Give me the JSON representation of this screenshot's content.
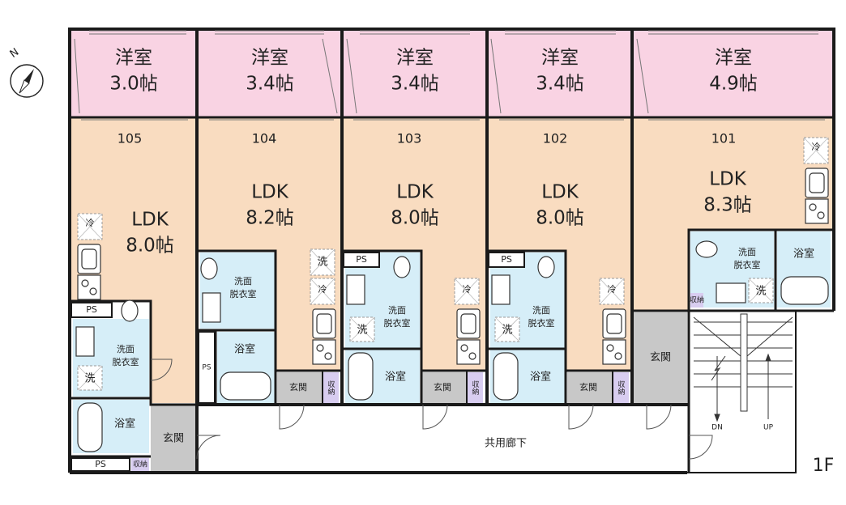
{
  "floor_label": "1F",
  "compass": {
    "north": "N"
  },
  "corridor": "共用廊下",
  "stairs": {
    "down": "DN",
    "up": "UP"
  },
  "units": [
    {
      "number": "105",
      "bedroom": {
        "name": "洋室",
        "size": "3.0帖"
      },
      "ldk": {
        "name": "LDK",
        "size": "8.0帖"
      },
      "washroom": "洗面\n脱衣室",
      "bath": "浴室",
      "entry": "玄関",
      "ps": "PS",
      "storage": "収納"
    },
    {
      "number": "104",
      "bedroom": {
        "name": "洋室",
        "size": "3.4帖"
      },
      "ldk": {
        "name": "LDK",
        "size": "8.2帖"
      },
      "washroom": "洗面\n脱衣室",
      "bath": "浴室",
      "entry": "玄関",
      "ps": "PS",
      "storage": "収納"
    },
    {
      "number": "103",
      "bedroom": {
        "name": "洋室",
        "size": "3.4帖"
      },
      "ldk": {
        "name": "LDK",
        "size": "8.0帖"
      },
      "washroom": "洗面\n脱衣室",
      "bath": "浴室",
      "entry": "玄関",
      "ps": "PS",
      "storage": "収納"
    },
    {
      "number": "102",
      "bedroom": {
        "name": "洋室",
        "size": "3.4帖"
      },
      "ldk": {
        "name": "LDK",
        "size": "8.0帖"
      },
      "washroom": "洗面\n脱衣室",
      "bath": "浴室",
      "entry": "玄関",
      "ps": "PS",
      "storage": "収納"
    },
    {
      "number": "101",
      "bedroom": {
        "name": "洋室",
        "size": "4.9帖"
      },
      "ldk": {
        "name": "LDK",
        "size": "8.3帖"
      },
      "washroom": "洗面\n脱衣室",
      "bath": "浴室",
      "entry": "玄関",
      "storage": "収納"
    }
  ],
  "fixtures": {
    "fridge": "冷",
    "washer": "洗"
  },
  "colors": {
    "bedroom": "#f9d3e3",
    "ldk": "#f9dcc0",
    "wet": "#d6eef8",
    "entry": "#c8c8c8",
    "wall": "#1a1a1a"
  }
}
